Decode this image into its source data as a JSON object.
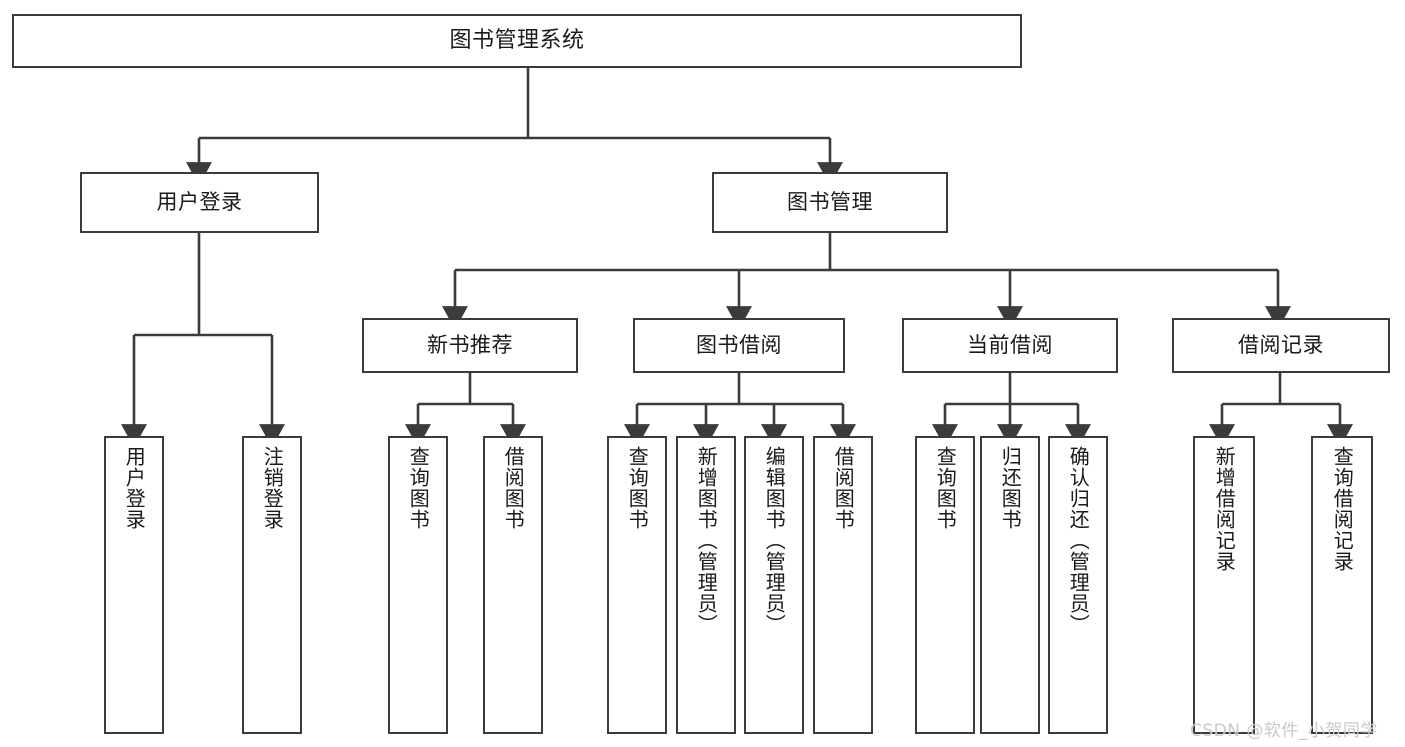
{
  "diagram": {
    "title": "图书管理系统",
    "type": "tree-hierarchy-diagram",
    "colors": {
      "box_border": "#3b3b3b",
      "box_fill": "#ffffff",
      "connector": "#3b3b3b",
      "text": "#1a1a1a",
      "watermark": "#c9c9c9",
      "background": "#ffffff"
    },
    "root": {
      "label": "图书管理系统"
    },
    "level2": [
      {
        "label": "用户登录"
      },
      {
        "label": "图书管理"
      }
    ],
    "level3": [
      {
        "label": "新书推荐"
      },
      {
        "label": "图书借阅"
      },
      {
        "label": "当前借阅"
      },
      {
        "label": "借阅记录"
      }
    ],
    "leaves": {
      "user_login": [
        {
          "label": "用户登录"
        },
        {
          "label": "注销登录"
        }
      ],
      "new_book_recommend": [
        {
          "label": "查询图书"
        },
        {
          "label": "借阅图书"
        }
      ],
      "book_borrow": [
        {
          "label": "查询图书"
        },
        {
          "label": "新增图书（管理员）"
        },
        {
          "label": "编辑图书（管理员）"
        },
        {
          "label": "借阅图书"
        }
      ],
      "current_borrow": [
        {
          "label": "查询图书"
        },
        {
          "label": "归还图书"
        },
        {
          "label": "确认归还（管理员）"
        }
      ],
      "borrow_record": [
        {
          "label": "新增借阅记录"
        },
        {
          "label": "查询借阅记录"
        }
      ]
    }
  },
  "watermark": {
    "text": "CSDN @软件_小贺同学"
  }
}
